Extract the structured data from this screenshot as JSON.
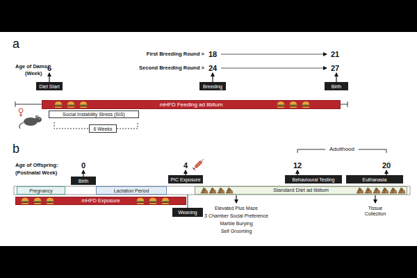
{
  "diagram": {
    "nodes": [
      {
        "text": [
          "Diet Start"
        ]
      },
      {
        "text": [
          "Breeding"
        ]
      },
      {
        "text": [
          "Birth"
        ]
      },
      {
        "text": [
          "mHFD Feeding ad libitum"
        ]
      },
      {
        "text": [
          "Social Instability Stress (SIS)"
        ]
      },
      {
        "text": [
          "6 Weeks"
        ]
      },
      {
        "text": [
          "Birth"
        ]
      },
      {
        "text": [
          "PIC Exposure"
        ]
      },
      {
        "text": [
          "Behavioural Testing"
        ]
      },
      {
        "text": [
          "Euthanasia"
        ]
      },
      {
        "text": [
          "Pregnancy"
        ]
      },
      {
        "text": [
          "Lactation Period"
        ]
      },
      {
        "text": [
          "Standard Diet ad libitum"
        ]
      },
      {
        "text": [
          "mHFD Exposure"
        ]
      },
      {
        "text": [
          "Weaning"
        ]
      }
    ],
    "labels": [
      "a",
      "Age of Dams:",
      "(Week)",
      "6",
      "First Breeding Round >",
      "18",
      "21",
      "Second Breeding Round >",
      "24",
      "27",
      "b",
      "Age of Offspring:",
      "(Postnatal Week)",
      "0",
      "4",
      "Adulthood",
      "12",
      "20",
      "Elevated Plus Maze",
      "3 Chamber Social Preference",
      "Marble Burying",
      "Self Grooming",
      "Tissue Collection"
    ]
  }
}
